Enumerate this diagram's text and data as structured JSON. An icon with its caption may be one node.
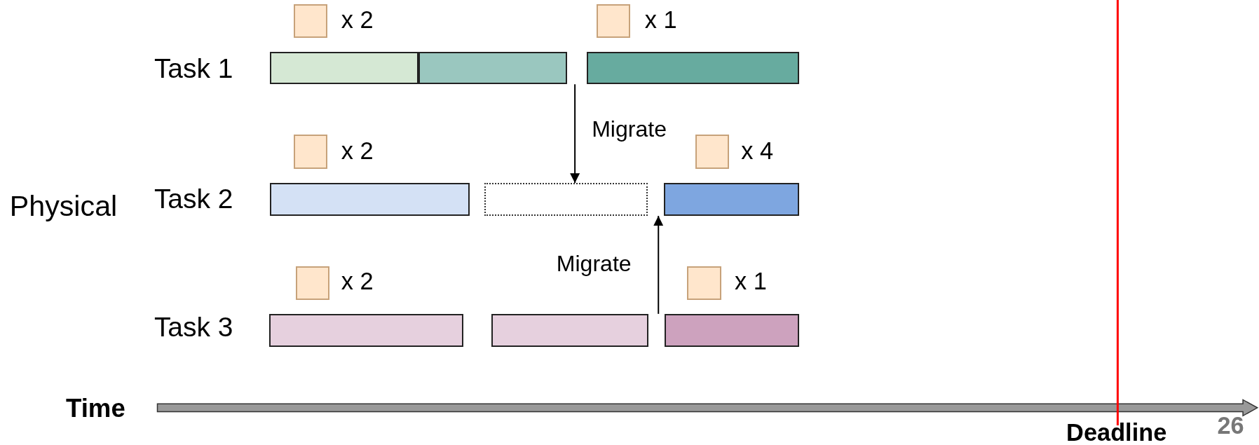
{
  "diagram": {
    "nodes": [
      {
        "text": [],
        "shape": "bar"
      },
      {
        "text": [],
        "shape": "bar"
      },
      {
        "text": [],
        "shape": "bar"
      },
      {
        "text": [],
        "shape": "bar"
      },
      {
        "text": [],
        "shape": "box"
      },
      {
        "text": [],
        "shape": "bar"
      },
      {
        "text": [],
        "shape": "bar"
      },
      {
        "text": [],
        "shape": "bar"
      },
      {
        "text": [],
        "shape": "bar"
      }
    ],
    "edges": [
      {
        "from": 1,
        "to": 4,
        "arrow": "to",
        "label": "Migrate"
      },
      {
        "from": 8,
        "to": 5,
        "arrow": "to",
        "label": "Migrate"
      }
    ],
    "labels": [
      "x 2",
      "x 1",
      "Task 1",
      "x 2",
      "x 4",
      "Physical",
      "Task 2",
      "x 2",
      "x 1",
      "Task 3",
      "Time",
      "Deadline",
      "26"
    ]
  }
}
